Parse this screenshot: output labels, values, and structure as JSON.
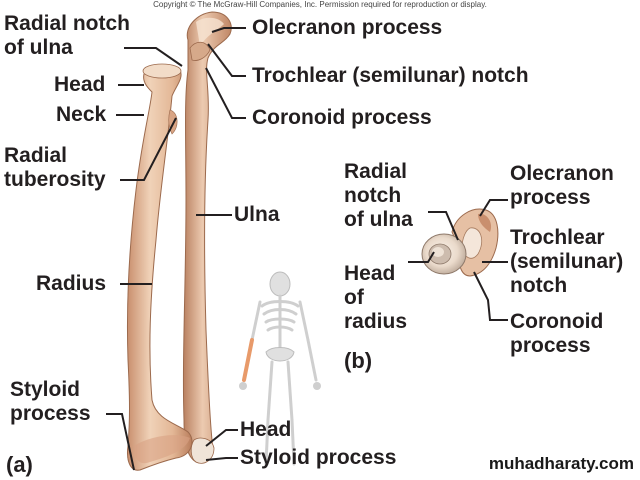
{
  "copyright": "Copyright © The McGraw-Hill Companies, Inc. Permission required for reproduction or display.",
  "watermark": "muhadharaty.com",
  "panel_a": {
    "tag": "(a)",
    "labels": {
      "radial_notch_line1": "Radial notch",
      "radial_notch_line2": "of ulna",
      "head": "Head",
      "neck": "Neck",
      "radial_tuberosity_line1": "Radial",
      "radial_tuberosity_line2": "tuberosity",
      "radius": "Radius",
      "styloid_line1": "Styloid",
      "styloid_line2": "process",
      "olecranon": "Olecranon process",
      "trochlear": "Trochlear (semilunar) notch",
      "coronoid": "Coronoid process",
      "ulna": "Ulna",
      "ulna_head": "Head",
      "ulna_styloid": "Styloid process"
    }
  },
  "panel_b": {
    "tag": "(b)",
    "labels": {
      "radial_notch_line1": "Radial",
      "radial_notch_line2": "notch",
      "radial_notch_line3": "of ulna",
      "head_radius_line1": "Head",
      "head_radius_line2": "of",
      "head_radius_line3": "radius",
      "olecranon_line1": "Olecranon",
      "olecranon_line2": "process",
      "trochlear_line1": "Trochlear",
      "trochlear_line2": "(semilunar)",
      "trochlear_line3": "notch",
      "coronoid_line1": "Coronoid",
      "coronoid_line2": "process"
    }
  },
  "colors": {
    "bone": "#e8c2a4",
    "bone_shadow": "#c98f6e",
    "bone_light": "#f6e3d2",
    "leader": "#231f20",
    "text": "#231f20",
    "skeleton": "#d9d9d9",
    "highlight": "#e89a6a"
  }
}
